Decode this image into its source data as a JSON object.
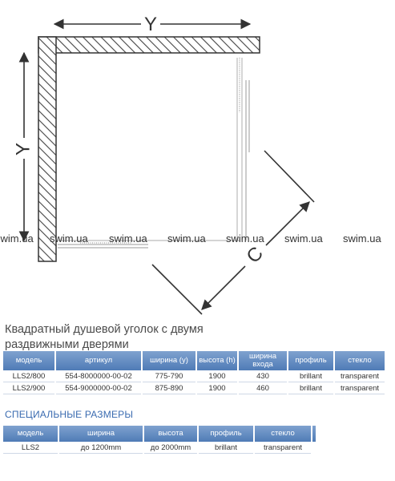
{
  "diagram": {
    "dimension_labels": {
      "width": "Y",
      "depth": "Y",
      "entry": "C"
    },
    "watermarks": [
      "swim.ua",
      "swim.ua",
      "swim.ua",
      "swim.ua",
      "swim.ua",
      "swim.ua",
      "swim.ua"
    ],
    "colors": {
      "lines": "#333333",
      "glass": "#bcbcbc",
      "hatch": "#444444"
    }
  },
  "product": {
    "title_line1": "Квадратный душевой уголок с двумя",
    "title_line2": "раздвижными дверями"
  },
  "models_table": {
    "headers": [
      "модель",
      "артикул",
      "ширина (y)",
      "высота (h)",
      "ширина входа",
      "профиль",
      "стекло"
    ],
    "rows": [
      [
        "LLS2/800",
        "554-8000000-00-02",
        "775-790",
        "1900",
        "430",
        "brillant",
        "transparent"
      ],
      [
        "LLS2/900",
        "554-9000000-00-02",
        "875-890",
        "1900",
        "460",
        "brillant",
        "transparent"
      ]
    ]
  },
  "special": {
    "heading": "СПЕЦИАЛЬНЫЕ РАЗМЕРЫ",
    "headers": [
      "модель",
      "ширина",
      "высота",
      "профиль",
      "стекло"
    ],
    "rows": [
      [
        "LLS2",
        "до 1200mm",
        "до 2000mm",
        "brillant",
        "transparent"
      ]
    ]
  },
  "colors": {
    "header_gradient_top": "#7fa2cf",
    "header_gradient_bottom": "#4f7bb6",
    "heading_blue": "#3a6bb0"
  }
}
